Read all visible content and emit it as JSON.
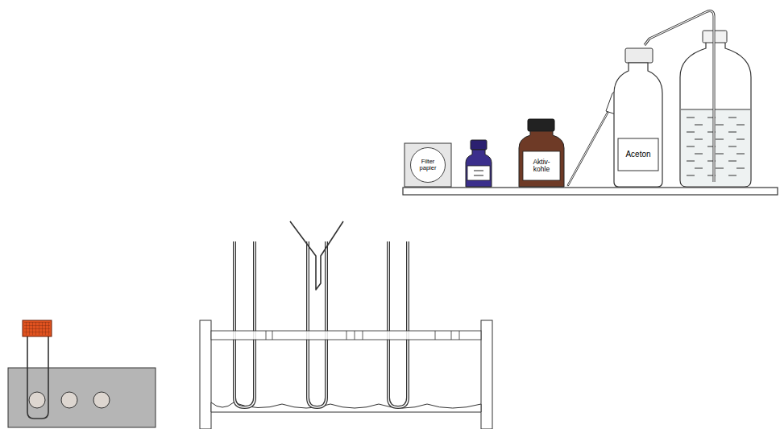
{
  "diagram": {
    "nodes": [
      {
        "text": [
          "Filter papier"
        ]
      },
      {
        "text": [
          "Aktiv- kohle"
        ]
      },
      {
        "text": [
          "Aceton"
        ]
      }
    ]
  }
}
